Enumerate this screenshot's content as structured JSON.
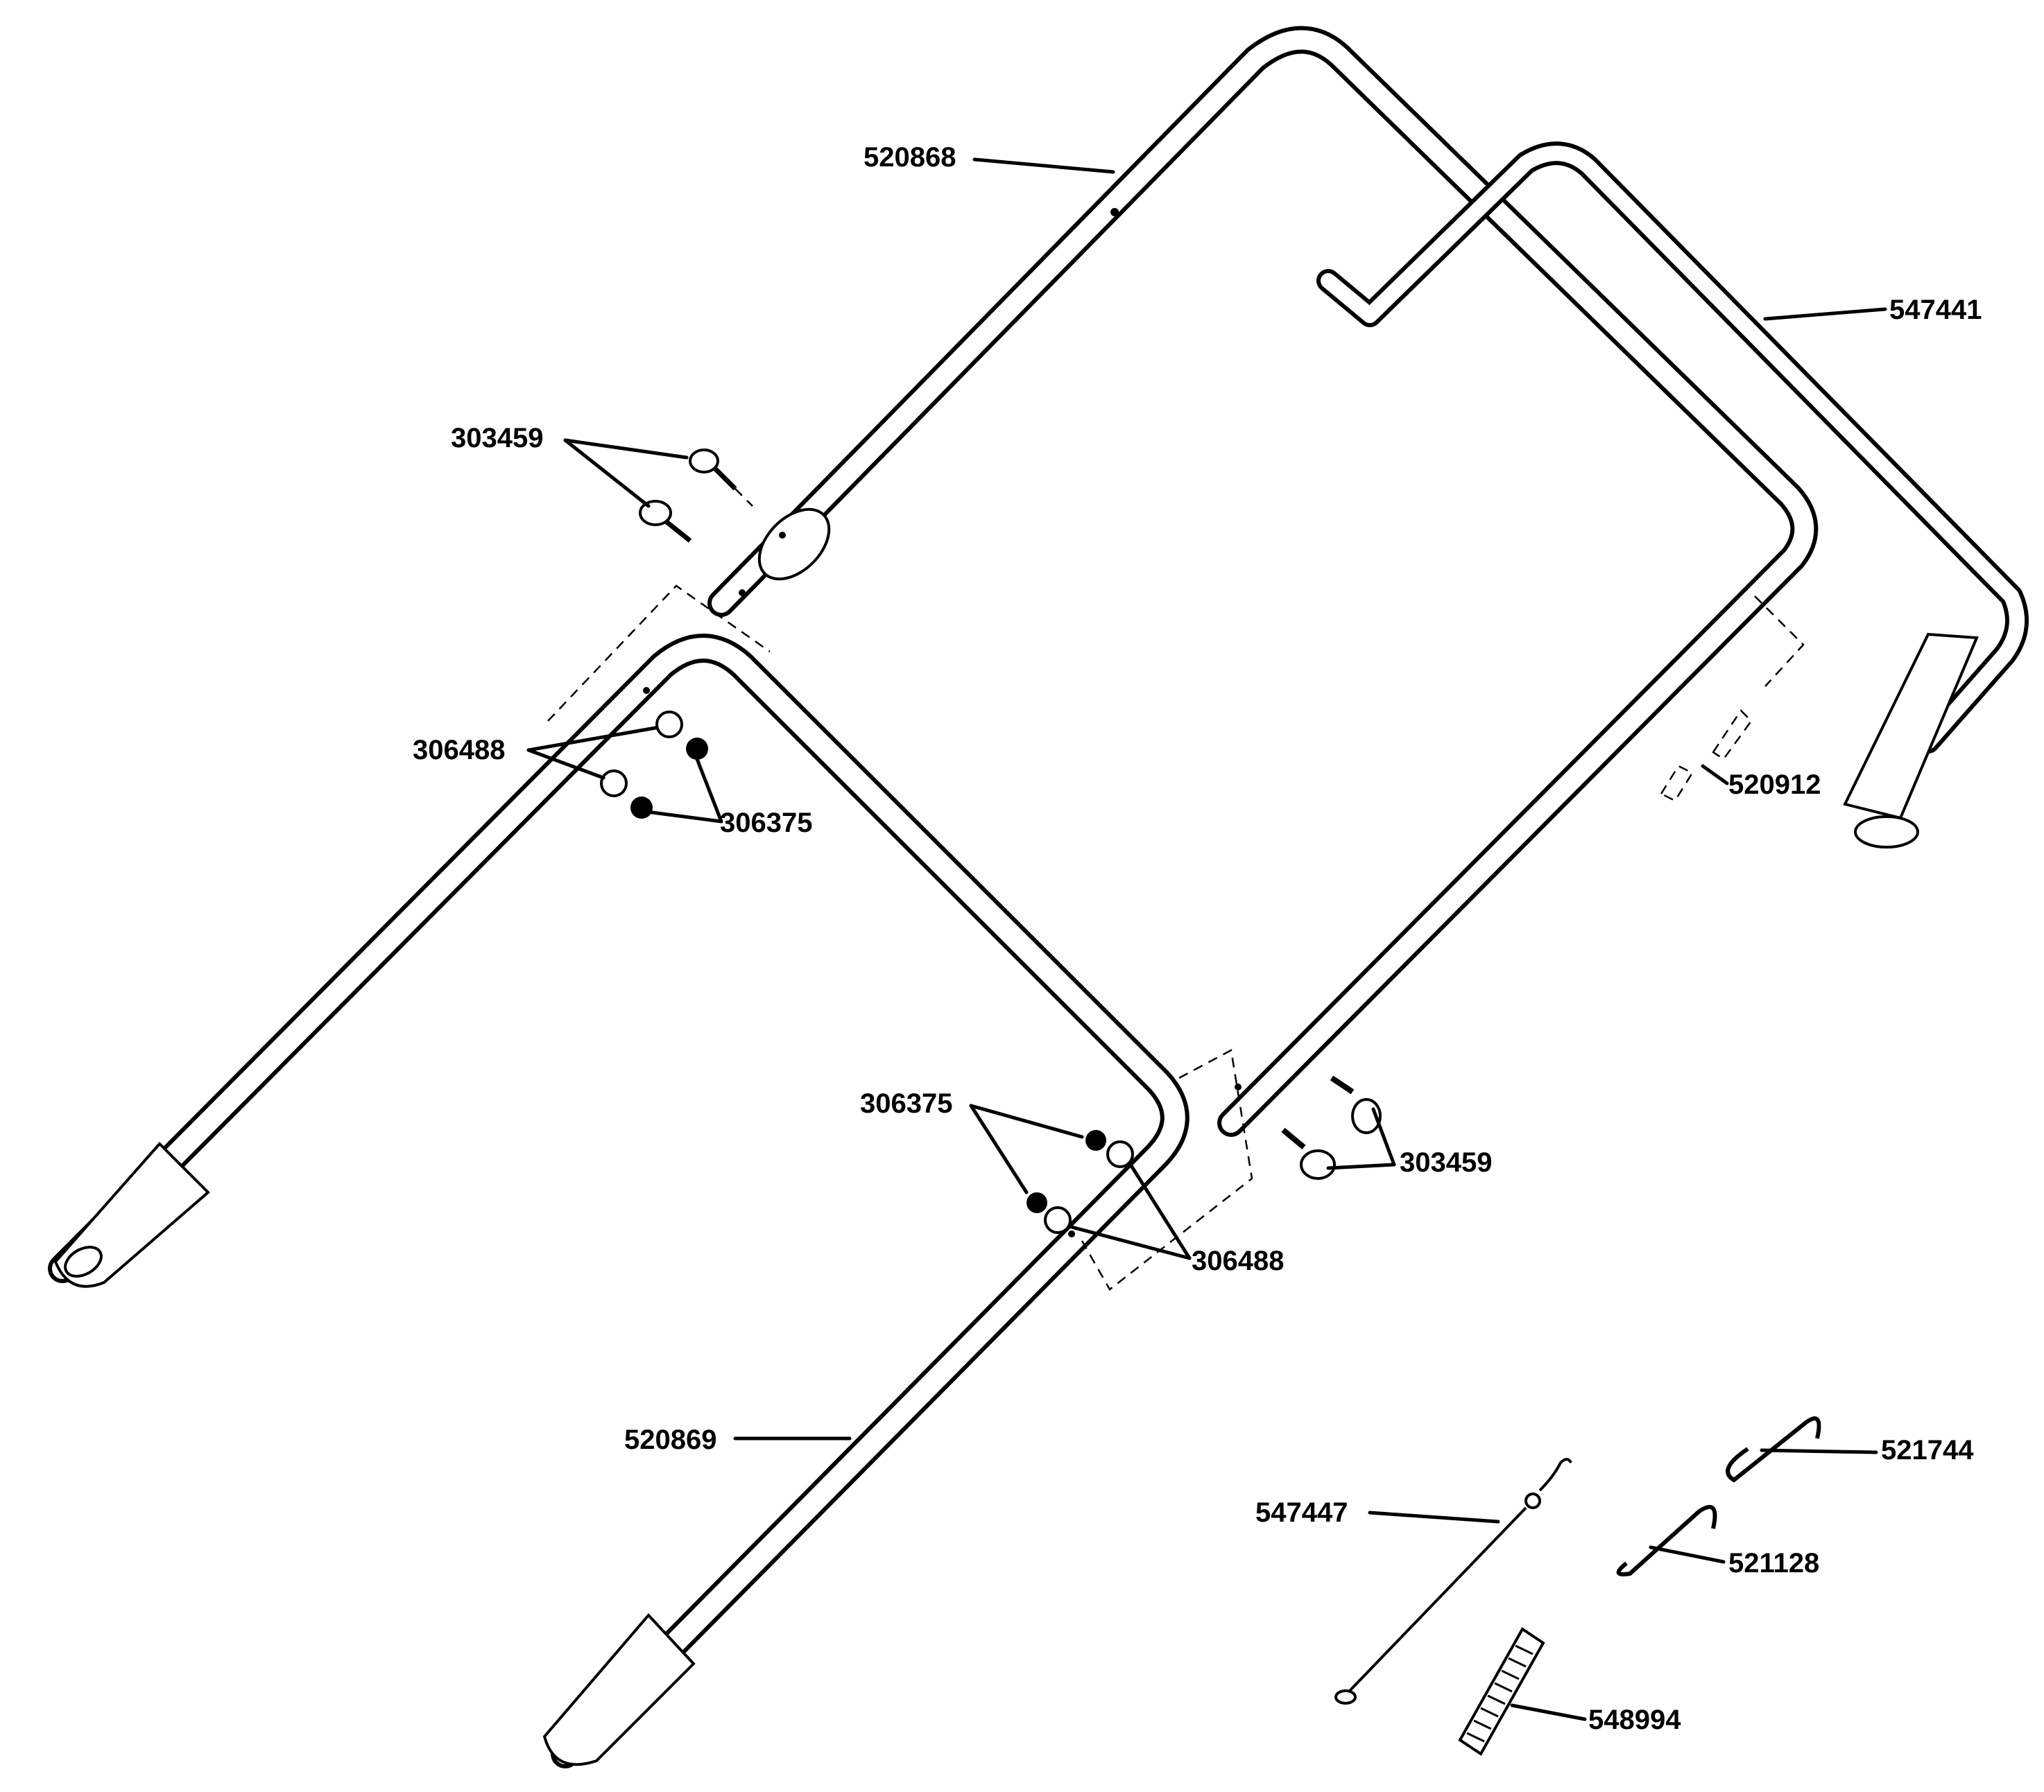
{
  "parts": {
    "upper_handle": "520868",
    "lower_handle": "520869",
    "control_bail": "547441",
    "bracket": "520912",
    "carriage_bolt_upper": "303459",
    "carriage_bolt_lower": "303459",
    "washer_upper": "306488",
    "washer_lower": "306488",
    "nut_upper": "306375",
    "nut_lower": "306375",
    "hook_small": "521744",
    "hook_large": "521128",
    "control_cable": "547447",
    "spring": "548994"
  },
  "icons": {
    "handle": "tube-handle-icon",
    "bolt": "carriage-bolt-icon",
    "washer": "washer-icon",
    "nut": "hex-nut-icon",
    "hook": "s-hook-icon",
    "cable": "cable-icon",
    "spring": "coil-spring-icon"
  }
}
